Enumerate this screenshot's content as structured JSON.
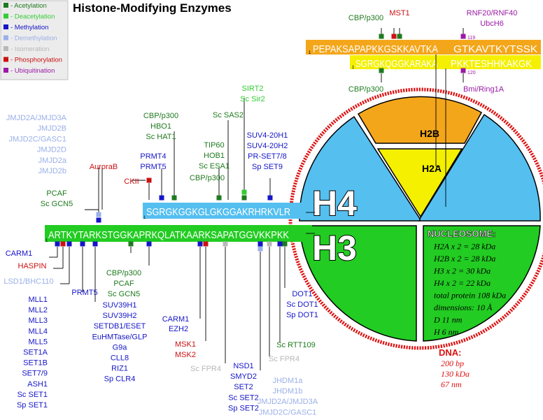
{
  "title": "Histone-Modifying Enzymes",
  "colors": {
    "acetylation": "#1f7a1f",
    "deacetylation": "#33cc33",
    "methylation": "#1515c8",
    "demethylation": "#9ab0e8",
    "isomeration": "#b8b8b8",
    "phosphorylation": "#cc1111",
    "ubiquitination": "#9a1aa6",
    "h3": "#22cc22",
    "h4": "#55bff0",
    "h2a": "#f4f000",
    "h2b": "#f4a61a",
    "dna": "#dd1111"
  },
  "legend": [
    {
      "label": "- Acetylation",
      "color_key": "acetylation"
    },
    {
      "label": "- Deacetylation",
      "color_key": "deacetylation"
    },
    {
      "label": "- Methylation",
      "color_key": "methylation"
    },
    {
      "label": "- Demethylation",
      "color_key": "demethylation"
    },
    {
      "label": "- Isomeration",
      "color_key": "isomeration"
    },
    {
      "label": "- Phosphorylation",
      "color_key": "phosphorylation"
    },
    {
      "label": "- Ubiquitination",
      "color_key": "ubiquitination"
    }
  ],
  "sequences": {
    "h3": "ARTKYTARKSTGGKAPRKQLATKAARKSAPATGGVKKPKK",
    "h4": "SGRGKGGKGLGKGGAKRHRKVLR",
    "h2b": "PEPAKSAPAPKKGSKKAVTKA",
    "h2b_tail": "GTKAVTKYTSSK",
    "h2a": "SGRGKQGGKARAKA",
    "h2a_tail": "PKKTESHHKAKGK",
    "num_1": "1",
    "num_119": "119",
    "num_120": "120"
  },
  "nucleosome": {
    "h4_label": "H4",
    "h3_label": "H3",
    "h2a_label": "H2A",
    "h2b_label": "H2B",
    "info": [
      "NUCLEOSOME:",
      "H2A x 2 = 28 kDa",
      "H2B x 2 = 28 kDa",
      "H3   x 2 = 30 kDa",
      "H4   x 2 = 22 kDa",
      "total protein 108 kDa",
      "dimensions: 10 Å",
      "D  11 nm",
      "H 6 nm"
    ]
  },
  "dna": {
    "title": "DNA:",
    "lines": [
      "200 bp",
      "130 kDa",
      "67 nm"
    ]
  },
  "enzyme_groups": {
    "jmjd": {
      "color_key": "demethylation",
      "lines": [
        "JMJD2A/JMJD3A",
        "JMJD2B",
        "JMJD2C/GASC1",
        "JMJD2D",
        "JMJD2a",
        "JMJD2b"
      ]
    },
    "aurorab": {
      "color_key": "phosphorylation",
      "lines": [
        "AuroraB"
      ]
    },
    "pcaf1": {
      "color_key": "acetylation",
      "lines": [
        "PCAF",
        "Sc GCN5"
      ]
    },
    "ckii": {
      "color_key": "phosphorylation",
      "lines": [
        "CKII"
      ]
    },
    "prmt4": {
      "color_key": "methylation",
      "lines": [
        "PRMT4",
        "PRMT5"
      ]
    },
    "cbp1": {
      "color_key": "acetylation",
      "lines": [
        "CBP/p300",
        "HBO1",
        "Sc HAT1"
      ]
    },
    "sas2": {
      "color_key": "acetylation",
      "lines": [
        "Sc SAS2"
      ]
    },
    "tip60": {
      "color_key": "acetylation",
      "lines": [
        "TIP60",
        "HOB1",
        "Sc ESA1"
      ]
    },
    "cbp2": {
      "color_key": "acetylation",
      "lines": [
        "CBP/p300"
      ]
    },
    "sirt2": {
      "color_key": "deacetylation",
      "lines": [
        "SIRT2",
        "Sc Sir2"
      ]
    },
    "suv420": {
      "color_key": "methylation",
      "lines": [
        "SUV4-20H1",
        "SUV4-20H2",
        "PR-SET7/8",
        "Sp SET9"
      ]
    },
    "cbp_top": {
      "color_key": "acetylation",
      "lines": [
        "CBP/p300"
      ]
    },
    "mst1": {
      "color_key": "phosphorylation",
      "lines": [
        "MST1"
      ]
    },
    "rnf20": {
      "color_key": "ubiquitination",
      "lines": [
        "RNF20/RNF40",
        "UbcH6"
      ]
    },
    "cbp_h2a": {
      "color_key": "acetylation",
      "lines": [
        "CBP/p300"
      ]
    },
    "bmi": {
      "color_key": "ubiquitination",
      "lines": [
        "Bmi/Ring1A"
      ]
    },
    "carm1a": {
      "color_key": "methylation",
      "lines": [
        "CARM1"
      ]
    },
    "haspin": {
      "color_key": "phosphorylation",
      "lines": [
        "HASPIN"
      ]
    },
    "lsd1": {
      "color_key": "demethylation",
      "lines": [
        "LSD1/BHC110"
      ]
    },
    "mll": {
      "color_key": "methylation",
      "lines": [
        "MLL1",
        "MLL2",
        "MLL3",
        "MLL4",
        "MLL5",
        "SET1A",
        "SET1B",
        "SET7/9",
        "ASH1",
        "Sc SET1",
        "Sp SET1"
      ]
    },
    "prmt5": {
      "color_key": "methylation",
      "lines": [
        "PRMT5"
      ]
    },
    "suv39": {
      "color_key": "methylation",
      "lines": [
        "SUV39H1",
        "SUV39H2",
        "SETDB1/ESET",
        "EuHMTase/GLP",
        "G9a",
        "CLL8",
        "RIZ1",
        "Sp CLR4"
      ]
    },
    "cbp3": {
      "color_key": "acetylation",
      "lines": [
        "CBP/p300",
        "PCAF",
        "Sc GCN5"
      ]
    },
    "carm1b": {
      "color_key": "methylation",
      "lines": [
        "CARM1"
      ]
    },
    "ezh2": {
      "color_key": "methylation",
      "lines": [
        "EZH2"
      ]
    },
    "msk": {
      "color_key": "phosphorylation",
      "lines": [
        "MSK1",
        "MSK2"
      ]
    },
    "fpr4a": {
      "color_key": "isomeration",
      "lines": [
        "Sc FPR4"
      ]
    },
    "nsd1": {
      "color_key": "methylation",
      "lines": [
        "NSD1",
        "SMYD2",
        "SET2",
        "Sc SET2",
        "Sp SET2"
      ]
    },
    "jhdm": {
      "color_key": "demethylation",
      "lines": [
        "JHDM1a",
        "JHDM1b",
        "JMJD2A/JMJD3A",
        "JMJD2C/GASC1"
      ]
    },
    "fpr4b": {
      "color_key": "isomeration",
      "lines": [
        "Sc FPR4"
      ]
    },
    "rtt109": {
      "color_key": "acetylation",
      "lines": [
        "Sc RTT109"
      ]
    },
    "dot1": {
      "color_key": "methylation",
      "lines": [
        "DOT1",
        "Sc DOT1",
        "Sp DOT1"
      ]
    }
  }
}
